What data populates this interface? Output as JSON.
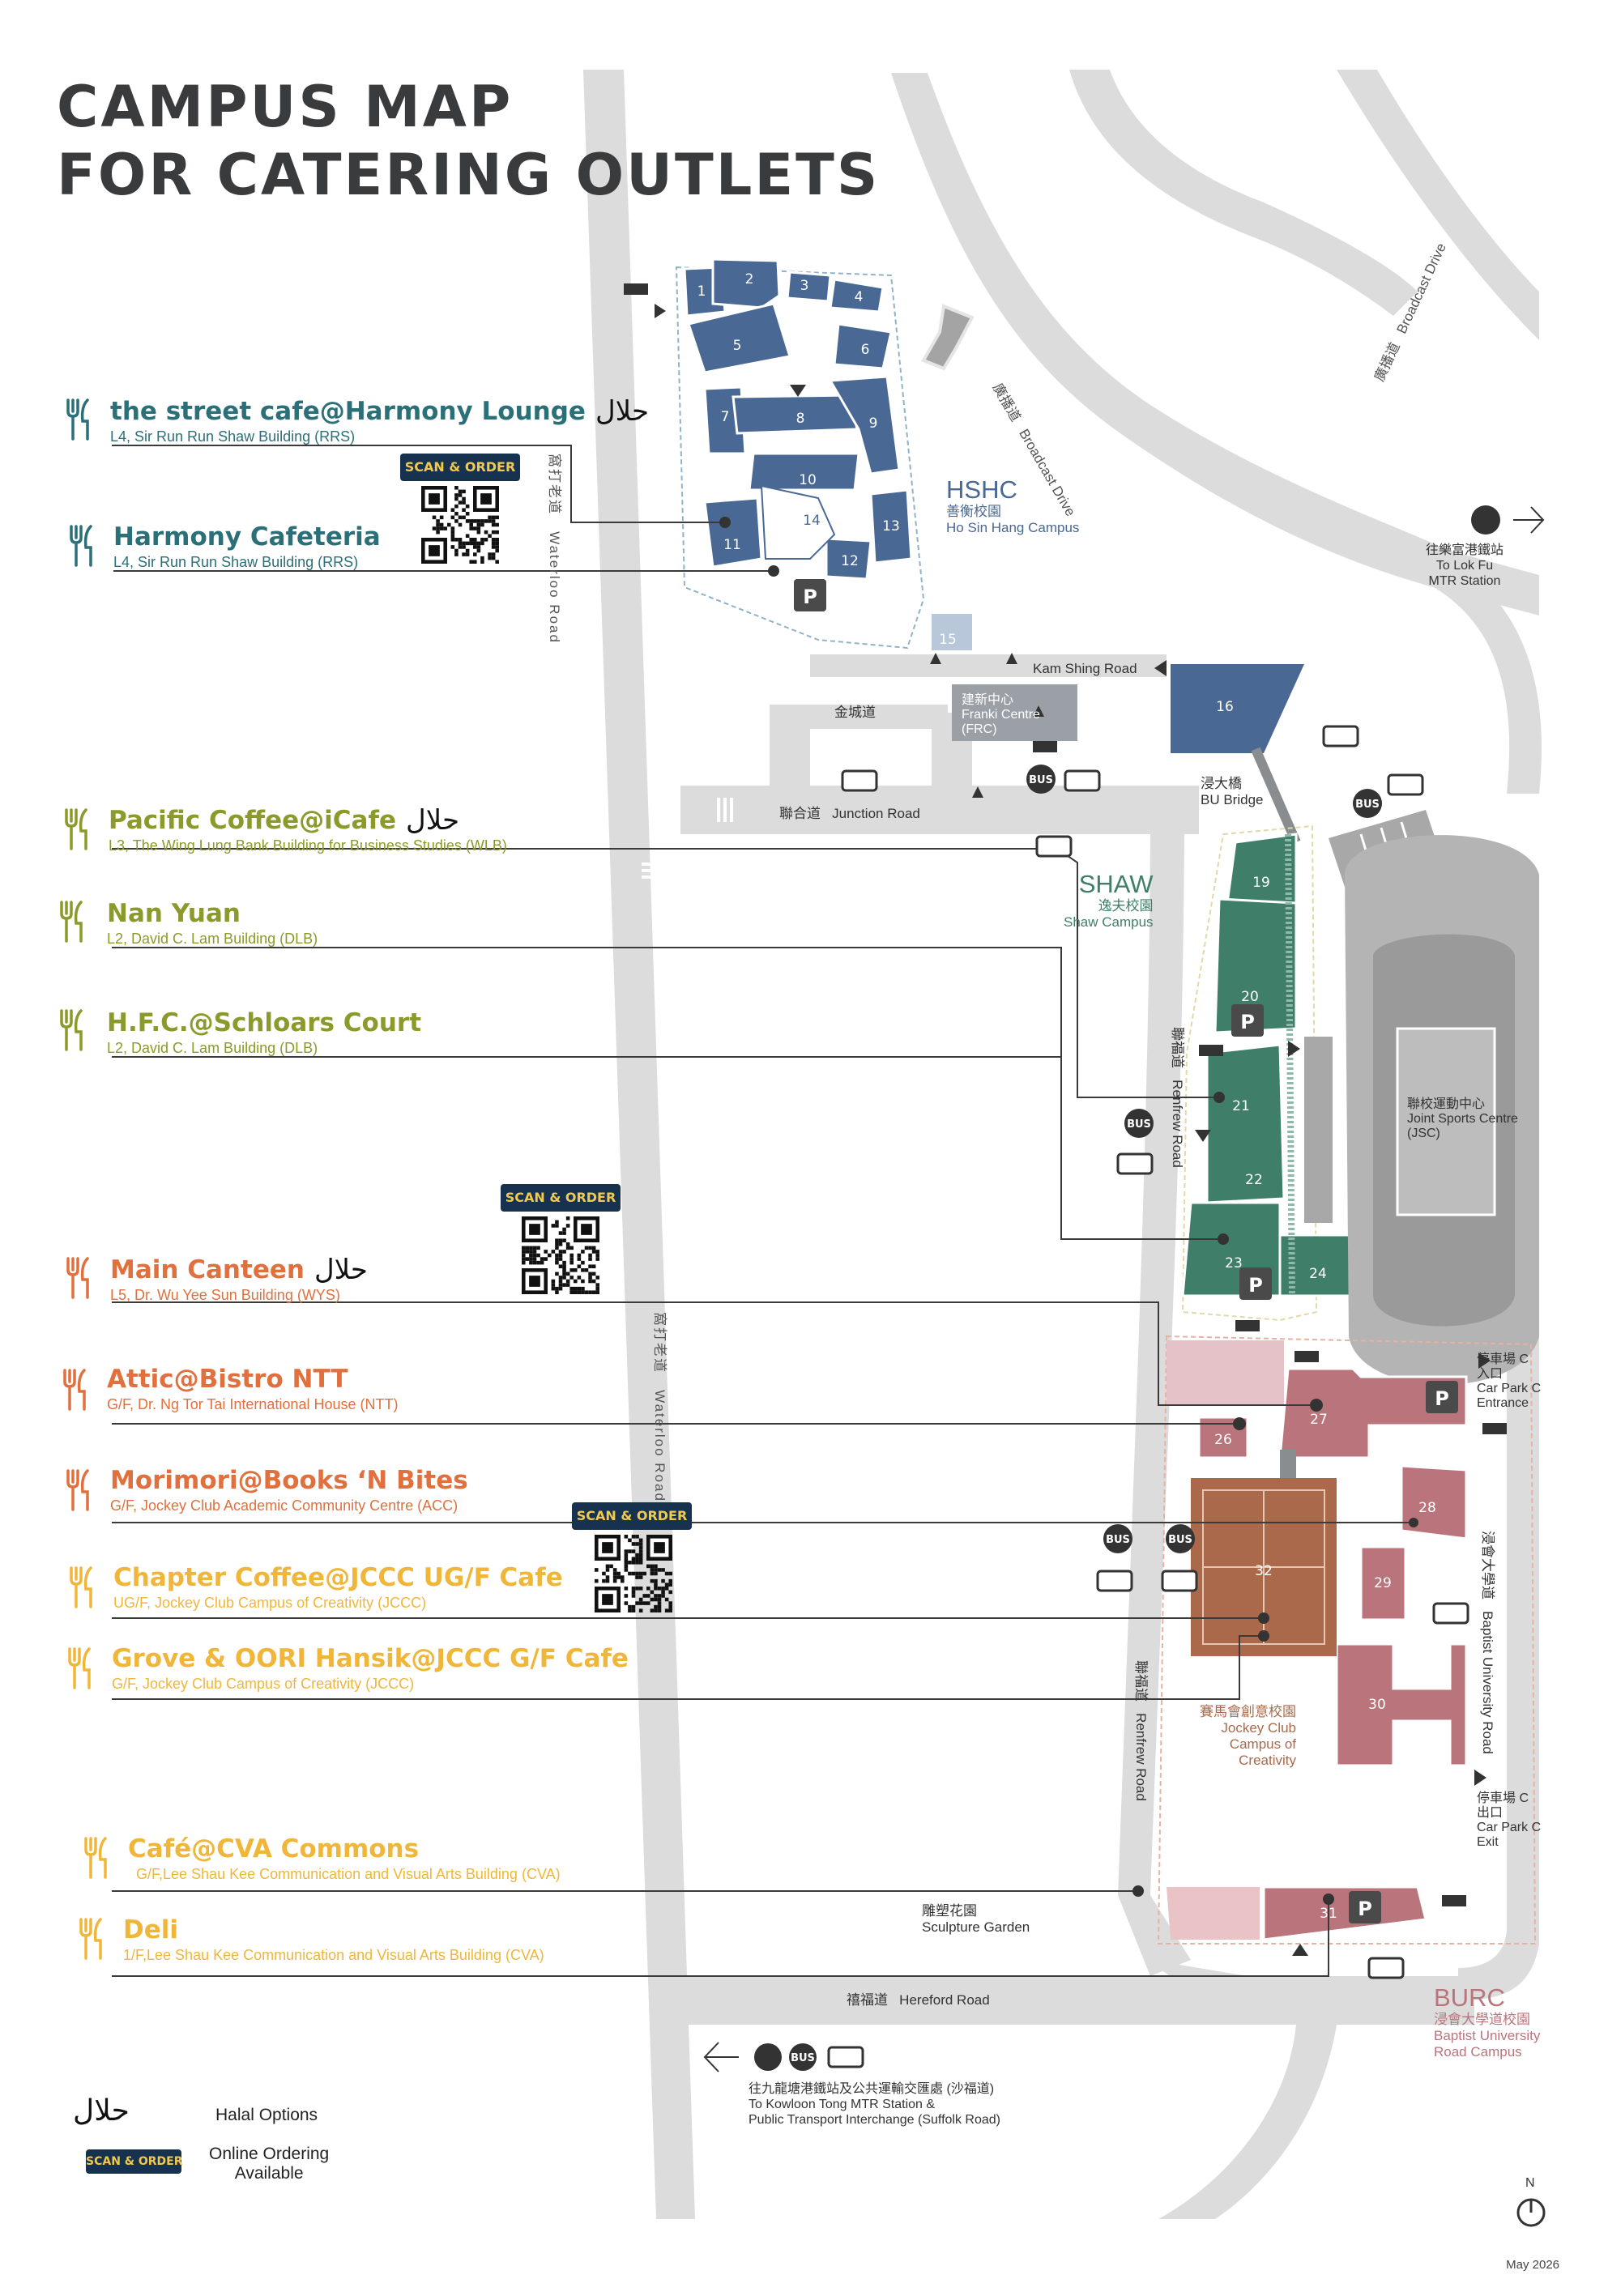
{
  "title": {
    "line1": "CAMPUS MAP",
    "line2": "FOR CATERING OUTLETS"
  },
  "colors": {
    "hshc": "#4a6894",
    "shaw": "#3f7f6a",
    "burc": "#b9747c",
    "jccc": "#a9694a",
    "road": "#d9d9d9",
    "teal": "#2b6f78",
    "olive": "#8b9a2a",
    "orange": "#e0703d",
    "gold": "#f0b63a"
  },
  "outlets": [
    {
      "id": "street-cafe",
      "name": "the street cafe@Harmony Lounge",
      "location": "L4, Sir Run Run Shaw Building (RRS)",
      "halal": true
    },
    {
      "id": "harmony-cafeteria",
      "name": "Harmony Cafeteria",
      "location": "L4, Sir Run Run Shaw Building (RRS)",
      "halal": false
    },
    {
      "id": "pacific-coffee",
      "name": "Pacific Coffee@iCafe",
      "location": "L3, The Wing Lung Bank Building for Business Studies (WLB)",
      "halal": true
    },
    {
      "id": "nan-yuan",
      "name": "Nan Yuan",
      "location": "L2, David C. Lam Building (DLB)",
      "halal": false
    },
    {
      "id": "hfc",
      "name": "H.F.C.@Schloars Court",
      "location": "L2, David C. Lam Building (DLB)",
      "halal": false
    },
    {
      "id": "main-canteen",
      "name": "Main Canteen",
      "location": "L5, Dr. Wu Yee Sun Building (WYS)",
      "halal": true
    },
    {
      "id": "attic",
      "name": "Attic@Bistro NTT",
      "location": "G/F, Dr. Ng Tor Tai International House (NTT)",
      "halal": false
    },
    {
      "id": "morimori",
      "name": "Morimori@Books ‘N Bites",
      "location": "G/F, Jockey Club Academic Community Centre (ACC)",
      "halal": false
    },
    {
      "id": "chapter-coffee",
      "name": "Chapter Coffee@JCCC UG/F Cafe",
      "location": "UG/F, Jockey Club Campus of Creativity (JCCC)",
      "halal": false
    },
    {
      "id": "grove",
      "name": "Grove & OORI Hansik@JCCC G/F Cafe",
      "location": "G/F, Jockey Club Campus of Creativity (JCCC)",
      "halal": false
    },
    {
      "id": "cafe-cva",
      "name": "Café@CVA Commons",
      "location": "G/F,Lee Shau Kee Communication and Visual Arts Building (CVA)",
      "halal": false
    },
    {
      "id": "deli",
      "name": "Deli",
      "location": "1/F,Lee Shau Kee Communication and Visual Arts Building (CVA)",
      "halal": false
    }
  ],
  "halal_glyph": "حلال",
  "scan_order": "SCAN & ORDER",
  "campuses": {
    "hshc": {
      "code": "HSHC",
      "zh": "善衡校園",
      "en": "Ho Sin Hang Campus"
    },
    "shaw": {
      "code": "SHAW",
      "zh": "逸夫校園",
      "en": "Shaw Campus"
    },
    "burc": {
      "code": "BURC",
      "zh": "浸會大學道校園",
      "en1": "Baptist University",
      "en2": "Road Campus"
    },
    "jccc": {
      "zh": "賽馬會創意校園",
      "en1": "Jockey Club",
      "en2": "Campus of",
      "en3": "Creativity"
    }
  },
  "roads": {
    "waterloo_zh": "窩打老道",
    "waterloo_en": "Waterloo Road",
    "broadcast_zh": "廣播道",
    "broadcast_en": "Broadcast Drive",
    "kam_shing_en": "Kam Shing Road",
    "kam_shing_zh": "金城道",
    "junction_zh": "聯合道",
    "junction_en": "Junction Road",
    "renfrew_zh": "聯福道",
    "renfrew_en": "Renfrew Road",
    "baptist_zh": "浸會大學道",
    "baptist_en": "Baptist University Road",
    "hereford_zh": "禧福道",
    "hereford_en": "Hereford Road"
  },
  "places": {
    "frc_zh": "建新中心",
    "frc_en1": "Franki Centre",
    "frc_en2": "(FRC)",
    "bridge_zh": "浸大橋",
    "bridge_en": "BU Bridge",
    "jsc_zh": "聯校運動中心",
    "jsc_en1": "Joint Sports Centre",
    "jsc_en2": "(JSC)",
    "garden_zh": "雕塑花園",
    "garden_en": "Sculpture Garden",
    "carpark_c_in_zh": "停車場 C",
    "carpark_c_in_zh2": "入口",
    "carpark_c_in_en1": "Car Park C",
    "carpark_c_in_en2": "Entrance",
    "carpark_c_out_zh": "停車場 C",
    "carpark_c_out_zh2": "出口",
    "carpark_c_out_en1": "Car Park C",
    "carpark_c_out_en2": "Exit",
    "lokfu_zh": "往樂富港鐵站",
    "lokfu_en1": "To Lok Fu",
    "lokfu_en2": "MTR Station",
    "kowloon_zh": "往九龍塘港鐵站及公共運輸交匯處 (沙福道)",
    "kowloon_en1": "To Kowloon Tong MTR Station &",
    "kowloon_en2": "Public Transport Interchange (Suffolk Road)"
  },
  "buildings": [
    "1",
    "2",
    "3",
    "4",
    "5",
    "6",
    "7",
    "8",
    "9",
    "10",
    "11",
    "12",
    "13",
    "14",
    "15",
    "16",
    "19",
    "20",
    "21",
    "22",
    "23",
    "24",
    "26",
    "27",
    "28",
    "29",
    "30",
    "31",
    "32"
  ],
  "legend": {
    "halal": "Halal Options",
    "online1": "Online Ordering",
    "online2": "Available"
  },
  "north": "N",
  "date": "May 2026",
  "icons": [
    "fork-knife-icon",
    "halal-icon",
    "qr-code-icon",
    "bus-icon",
    "car-icon",
    "parking-icon",
    "mtr-icon",
    "arrow-icon",
    "north-compass-icon"
  ]
}
